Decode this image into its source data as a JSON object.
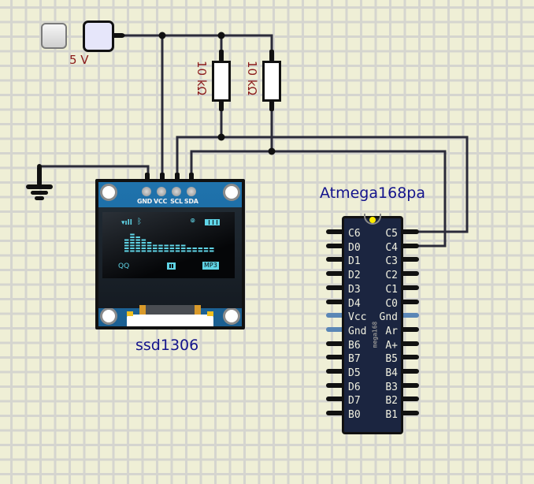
{
  "power_supply": {
    "label": "5 V",
    "toggle_off_label": "",
    "toggle_on_label": ""
  },
  "resistors": [
    {
      "label": "10 kΩ"
    },
    {
      "label": "10 kΩ"
    }
  ],
  "ground": {
    "icon": "ground-icon"
  },
  "oled": {
    "name": "ssd1306",
    "pins": [
      "GND",
      "VCC",
      "SCL",
      "SDA"
    ],
    "screen": {
      "left_label": "QQ",
      "right_label": "MP3",
      "eq_bar_heights": [
        5,
        7,
        6,
        5,
        4,
        3,
        3,
        3,
        3,
        3,
        3,
        2,
        2,
        2,
        2,
        2
      ]
    }
  },
  "mcu": {
    "name": "Atmega168pa",
    "chip_marking": "mega168",
    "left_pins": [
      "C6",
      "D0",
      "D1",
      "D2",
      "D3",
      "D4",
      "Vcc",
      "Gnd",
      "B6",
      "B7",
      "D5",
      "D6",
      "D7",
      "B0"
    ],
    "right_pins": [
      "C5",
      "C4",
      "C3",
      "C2",
      "C1",
      "C0",
      "Gnd",
      "Ar",
      "A+",
      "B5",
      "B4",
      "B3",
      "B2",
      "B1"
    ],
    "power_pin_color": "#5a86b6"
  },
  "colors": {
    "wire": "#2b2b3a",
    "label_red": "#8b1a1a",
    "label_blue": "#14148c",
    "chip_body": "#1b2540",
    "pcb_blue": "#1c6fa8",
    "screen_cyan": "#5fd4e6"
  }
}
